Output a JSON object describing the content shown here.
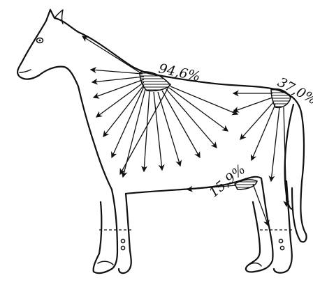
{
  "figure": {
    "labels": {
      "withers": "94,6%",
      "croup": "37,0%",
      "flank": "15,9%"
    },
    "colors": {
      "ink": "#111111",
      "background": "#ffffff"
    },
    "regions": [
      "withers",
      "croup",
      "flank"
    ]
  }
}
